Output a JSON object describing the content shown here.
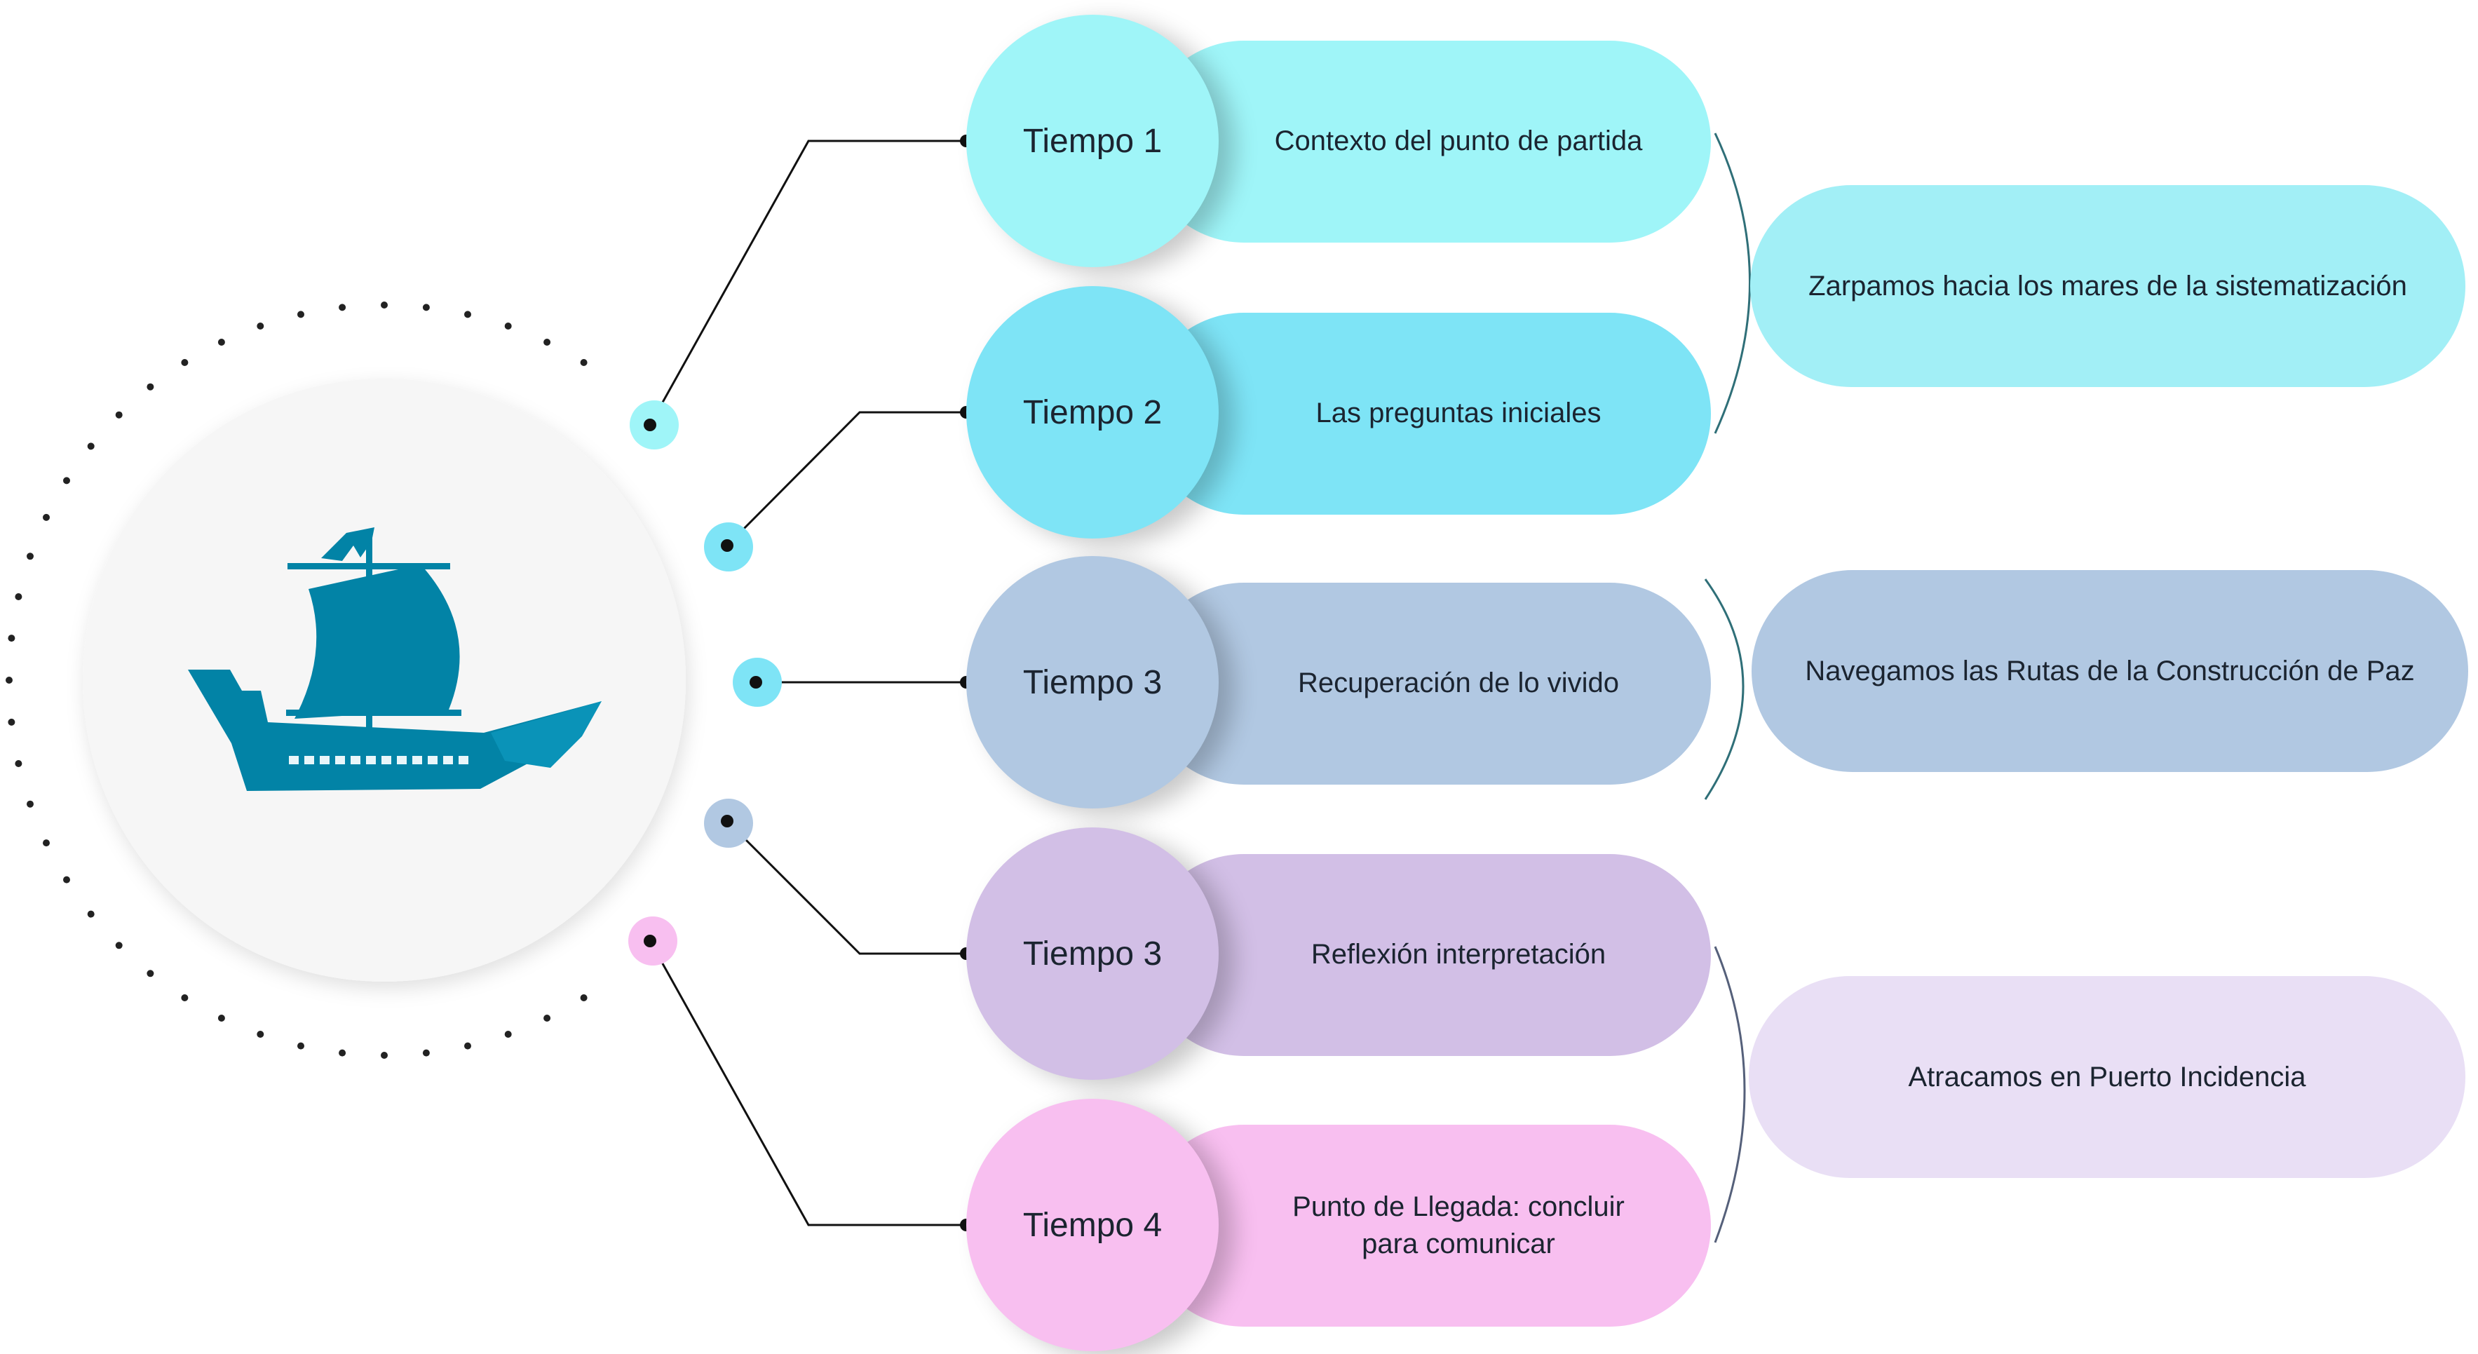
{
  "hub": {
    "icon": "ship-icon",
    "color": "#0283a6"
  },
  "tiempos": [
    {
      "circle_label": "Tiempo 1",
      "pill_text": "Contexto del punto de partida",
      "circle_color": "#9ff5f8",
      "pill_color": "#9ff5f8"
    },
    {
      "circle_label": "Tiempo 2",
      "pill_text": "Las preguntas iniciales",
      "circle_color": "#7ee4f6",
      "pill_color": "#7ee4f6"
    },
    {
      "circle_label": "Tiempo 3",
      "pill_text": "Recuperación de lo vivido",
      "circle_color": "#b1c8e2",
      "pill_color": "#b1c8e2"
    },
    {
      "circle_label": "Tiempo 3",
      "pill_text": "Reflexión interpretación",
      "circle_color": "#d2bfe6",
      "pill_color": "#d2bfe6"
    },
    {
      "circle_label": "Tiempo 4",
      "pill_text": "Punto de Llegada: concluir para comunicar",
      "circle_color": "#f8bff0",
      "pill_color": "#f8bff0"
    }
  ],
  "stages": [
    {
      "label": "Zarpamos hacia los mares de la sistematización",
      "color": "#a2eff6"
    },
    {
      "label": "Navegamos las Rutas de la Construcción de Paz",
      "color": "#b1c8e2"
    },
    {
      "label": "Atracamos en Puerto Incidencia",
      "color": "#e9dff5"
    }
  ],
  "node_colors": [
    "#9ff5f8",
    "#7ee4f6",
    "#7ee4f6",
    "#b1c8e2",
    "#f8bff0"
  ],
  "bracket_color": "#2f6f78"
}
